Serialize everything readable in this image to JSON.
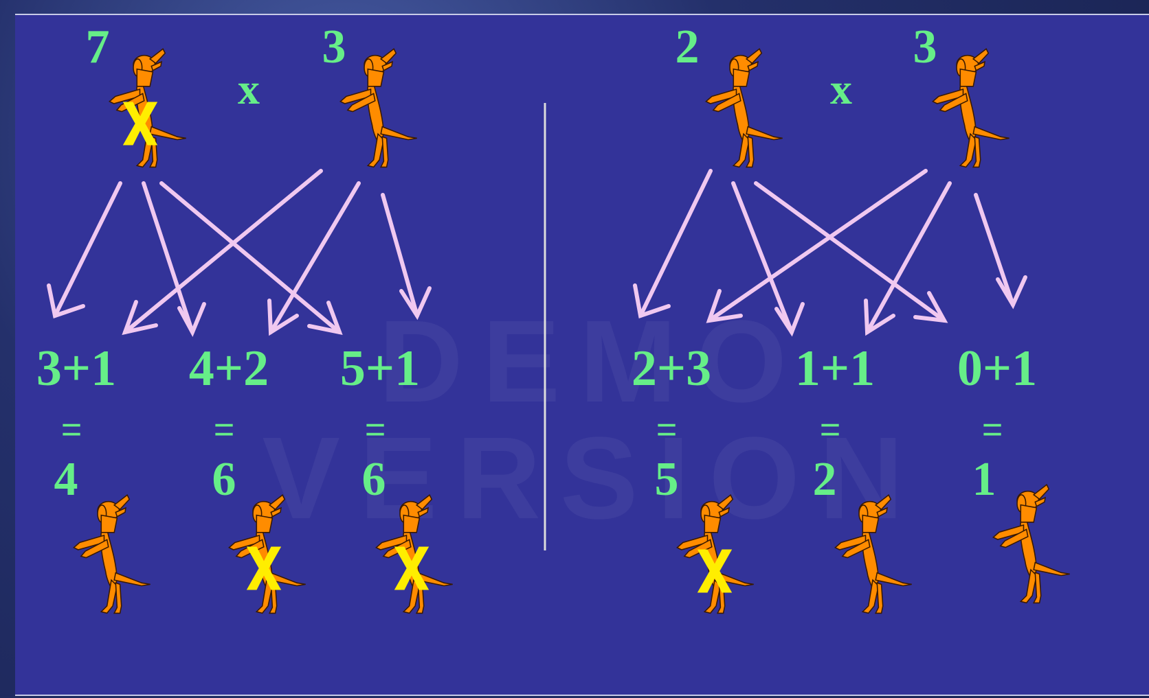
{
  "colors": {
    "background": "#333399",
    "label": "#66ee88",
    "arrow": "#f0c8f0",
    "dog": "#ff8c00",
    "cross": "#ffee00",
    "divider": "#dddddd"
  },
  "watermark": "DEMO VERSION",
  "left": {
    "parents": [
      {
        "label": "7",
        "crossed": true
      },
      {
        "label": "3",
        "crossed": false
      }
    ],
    "operator": "x",
    "sums": [
      "3+1",
      "4+2",
      "5+1"
    ],
    "equals": [
      "=",
      "=",
      "="
    ],
    "results": [
      {
        "label": "4",
        "crossed": false
      },
      {
        "label": "6",
        "crossed": true
      },
      {
        "label": "6",
        "crossed": true
      }
    ]
  },
  "right": {
    "parents": [
      {
        "label": "2",
        "crossed": false
      },
      {
        "label": "3",
        "crossed": false
      }
    ],
    "operator": "x",
    "sums": [
      "2+3",
      "1+1",
      "0+1"
    ],
    "equals": [
      "=",
      "=",
      "="
    ],
    "results": [
      {
        "label": "5",
        "crossed": true
      },
      {
        "label": "2",
        "crossed": false
      },
      {
        "label": "1",
        "crossed": false
      }
    ]
  },
  "icons": {
    "dog": "barking-dog-icon",
    "cross": "x-mark-icon"
  }
}
